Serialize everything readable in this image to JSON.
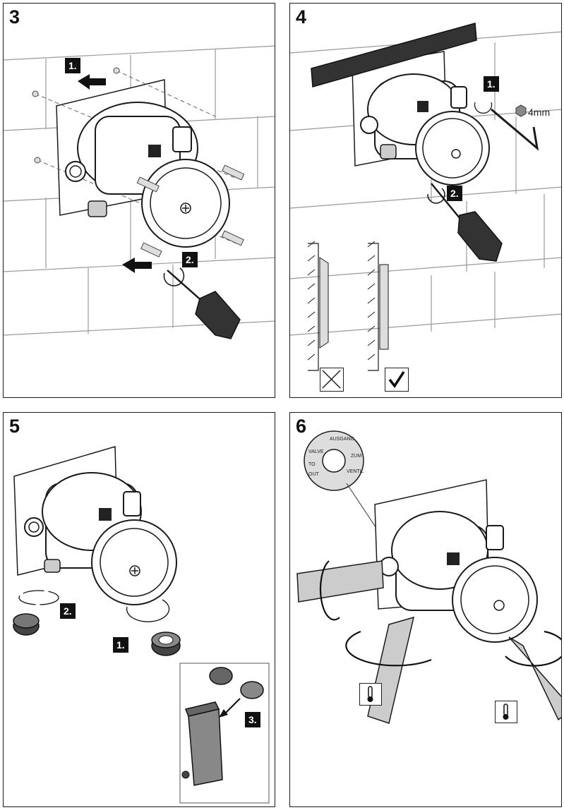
{
  "steps": [
    {
      "number": "3",
      "badges": [
        "1.",
        "2."
      ]
    },
    {
      "number": "4",
      "badges": [
        "1.",
        "2."
      ],
      "hex_key_size": "4mm"
    },
    {
      "number": "5",
      "badges": [
        "1.",
        "2.",
        "3."
      ]
    },
    {
      "number": "6",
      "label_ring": {
        "lines": [
          "AUSGANG",
          "ZUM",
          "VENTIL",
          "OUT",
          "TO",
          "VALVE"
        ]
      }
    }
  ],
  "icons": {
    "wrong": "cross-box-icon",
    "correct": "check-box-icon",
    "hot": "thermometer-icon",
    "cold": "thermometer-icon",
    "hex": "hexagon-icon"
  },
  "colors": {
    "badge": "#111111",
    "valve_body": "#ffffff",
    "outline": "#1a1a1a",
    "tile_line": "#9a9a9a"
  }
}
